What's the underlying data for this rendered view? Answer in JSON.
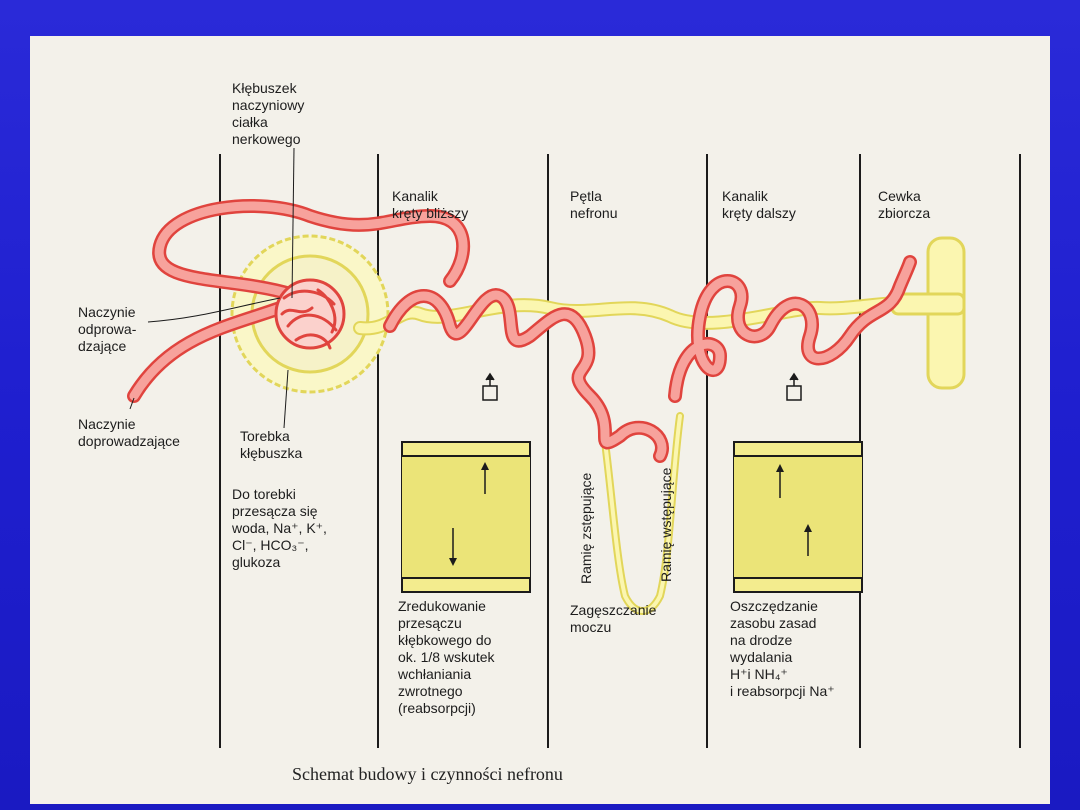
{
  "colors": {
    "vessel": "#f07a74",
    "vessel_edge": "#e0443e",
    "yellow": "#f1ec8a",
    "yellow_edge": "#e2d65a",
    "background": "#2222d2",
    "paper": "#f3f1ea"
  },
  "labels": {
    "glomerulus": "Kłębuszek\nnaczyniowy\nciałka\nnerkowego",
    "efferent": "Naczynie\nodprowa-\ndzające",
    "afferent": "Naczynie\ndoprowadzające",
    "capsule": "Torebka\nkłębuszka",
    "filtrate": "Do torebki\nprzesącza się\nwoda, Na⁺, K⁺,\nCl⁻, HCO₃⁻,\nglukoza",
    "proximal": "Kanalik\nkręty bliższy",
    "loop": "Pętla\nnefronu",
    "distal": "Kanalik\nkręty  dalszy",
    "collecting": "Cewka\nzbiorcza",
    "descending_limb": "Ramię zstępujące",
    "ascending_limb": "Ramię wstępujące",
    "reduction": "Zredukowanie\nprzesączu\nkłębkowego do\nok. 1/8 wskutek\nwchłaniania\nzwrotnego\n(reabsorpcji)",
    "concentration": "Zagęszczanie\nmoczu",
    "saving": "Oszczędzanie\nzasobu zasad\nna drodze\nwydalania\nH⁺i NH₄⁺\ni reabsorpcji Na⁺"
  },
  "caption": "Schemat budowy i czynności nefronu"
}
